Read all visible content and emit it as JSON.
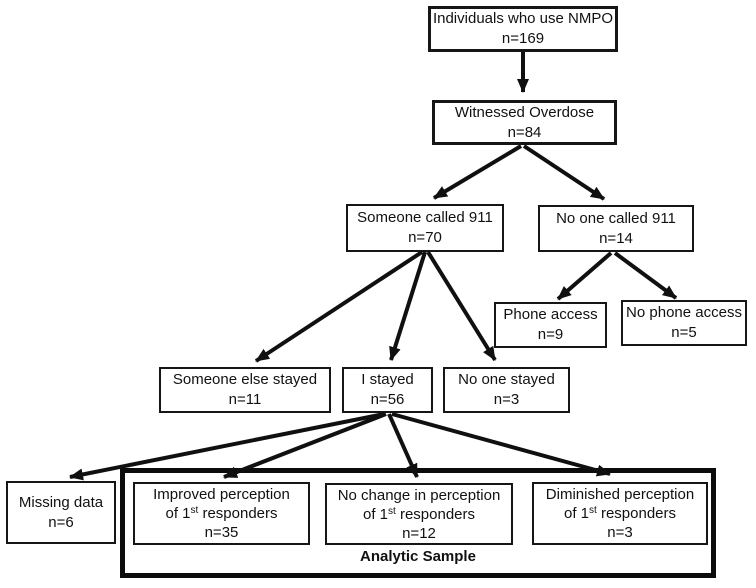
{
  "figure": {
    "analytic_label": "Analytic Sample",
    "colors": {
      "line": "#101010",
      "box_border": "#161616",
      "background": "#ffffff",
      "text": "#111111"
    }
  },
  "nodes": {
    "nmpo": {
      "label": "Individuals who use NMPO",
      "count": "n=169"
    },
    "witnessed": {
      "label": "Witnessed Overdose",
      "count": "n=84"
    },
    "someone_called": {
      "label": "Someone called 911",
      "count": "n=70"
    },
    "no_one_called": {
      "label": "No one called 911",
      "count": "n=14"
    },
    "phone_access": {
      "label": "Phone access",
      "count": "n=9"
    },
    "no_phone_access": {
      "label": "No phone access",
      "count": "n=5"
    },
    "someone_else_stayed": {
      "label": "Someone else stayed",
      "count": "n=11"
    },
    "i_stayed": {
      "label": "I stayed",
      "count": "n=56"
    },
    "no_one_stayed": {
      "label": "No one stayed",
      "count": "n=3"
    },
    "missing_data": {
      "label": "Missing data",
      "count": "n=6"
    },
    "improved_perception": {
      "label": "Improved perception",
      "line2_pre": "of 1",
      "line2_sup": "st",
      "line2_post": " responders",
      "count": "n=35"
    },
    "no_change_perception": {
      "label": "No change in perception",
      "line2_pre": "of 1",
      "line2_sup": "st",
      "line2_post": " responders",
      "count": "n=12"
    },
    "diminished_perception": {
      "label": "Diminished perception",
      "line2_pre": "of 1",
      "line2_sup": "st",
      "line2_post": " responders",
      "count": "n=3"
    }
  },
  "edges": [
    {
      "from": "nmpo",
      "to": "witnessed"
    },
    {
      "from": "witnessed",
      "to": "someone_called"
    },
    {
      "from": "witnessed",
      "to": "no_one_called"
    },
    {
      "from": "someone_called",
      "to": "someone_else_stayed"
    },
    {
      "from": "someone_called",
      "to": "i_stayed"
    },
    {
      "from": "someone_called",
      "to": "no_one_stayed"
    },
    {
      "from": "no_one_called",
      "to": "phone_access"
    },
    {
      "from": "no_one_called",
      "to": "no_phone_access"
    },
    {
      "from": "i_stayed",
      "to": "missing_data"
    },
    {
      "from": "i_stayed",
      "to": "improved_perception"
    },
    {
      "from": "i_stayed",
      "to": "no_change_perception"
    },
    {
      "from": "i_stayed",
      "to": "diminished_perception"
    }
  ]
}
